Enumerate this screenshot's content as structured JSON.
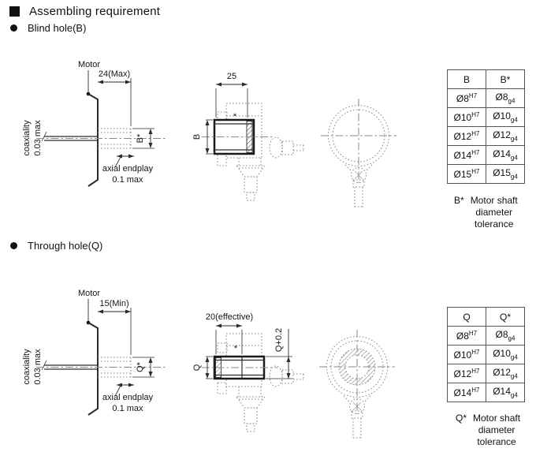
{
  "page": {
    "title": "Assembling requirement"
  },
  "sections": [
    {
      "heading": "Blind hole(B)",
      "drawing": {
        "motor_label": "Motor",
        "depth_dim": "24(Max)",
        "coaxiality_line1": "coaxiality",
        "coaxiality_line2": "0.03 max",
        "endplay_line1": "axial endplay",
        "endplay_line2": "0.1 max",
        "shaft_bore_label": "B*",
        "length_dim": "25",
        "bore_label": "B",
        "asterisk_note": "*"
      },
      "table": {
        "col1_header": "B",
        "col2_header": "B*",
        "rows": [
          {
            "hole_base": "Ø8",
            "hole_tol": "H7",
            "shaft_base": "Ø8",
            "shaft_tol": "g4"
          },
          {
            "hole_base": "Ø10",
            "hole_tol": "H7",
            "shaft_base": "Ø10",
            "shaft_tol": "g4"
          },
          {
            "hole_base": "Ø12",
            "hole_tol": "H7",
            "shaft_base": "Ø12",
            "shaft_tol": "g4"
          },
          {
            "hole_base": "Ø14",
            "hole_tol": "H7",
            "shaft_base": "Ø14",
            "shaft_tol": "g4"
          },
          {
            "hole_base": "Ø15",
            "hole_tol": "H7",
            "shaft_base": "Ø15",
            "shaft_tol": "g4"
          }
        ],
        "caption_marker": "B*",
        "caption_lines": [
          "Motor shaft",
          "diameter",
          "tolerance"
        ]
      }
    },
    {
      "heading": "Through hole(Q)",
      "drawing": {
        "motor_label": "Motor",
        "depth_dim": "15(Min)",
        "coaxiality_line1": "coaxiality",
        "coaxiality_line2": "0.03 max",
        "endplay_line1": "axial endplay",
        "endplay_line2": "0.1 max",
        "shaft_bore_label": "Q*",
        "length_dim": "20(effective)",
        "bore_label": "Q",
        "clearance_dim": "Q+0.2",
        "asterisk_note": "*"
      },
      "table": {
        "col1_header": "Q",
        "col2_header": "Q*",
        "rows": [
          {
            "hole_base": "Ø8",
            "hole_tol": "H7",
            "shaft_base": "Ø8",
            "shaft_tol": "g4"
          },
          {
            "hole_base": "Ø10",
            "hole_tol": "H7",
            "shaft_base": "Ø10",
            "shaft_tol": "g4"
          },
          {
            "hole_base": "Ø12",
            "hole_tol": "H7",
            "shaft_base": "Ø12",
            "shaft_tol": "g4"
          },
          {
            "hole_base": "Ø14",
            "hole_tol": "H7",
            "shaft_base": "Ø14",
            "shaft_tol": "g4"
          }
        ],
        "caption_marker": "Q*",
        "caption_lines": [
          "Motor shaft",
          "diameter",
          "tolerance"
        ]
      }
    }
  ]
}
